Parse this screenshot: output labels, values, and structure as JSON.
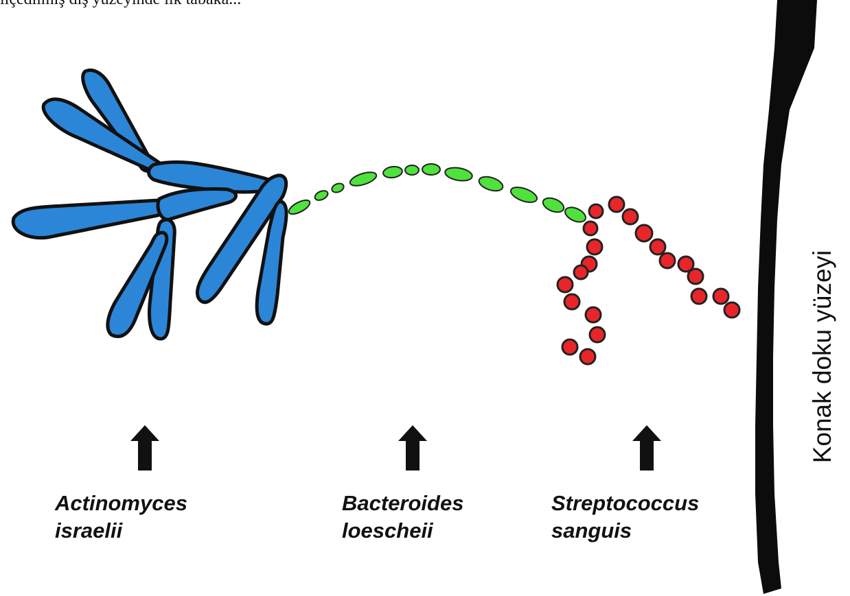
{
  "top_text_fragment": "ilçedilmiş diş yüzeyinde ilk tabaka...",
  "colors": {
    "actinomyces": "#2b86d8",
    "bacteroides": "#4fe23d",
    "streptococcus": "#e8262a",
    "outline": "#111111",
    "surface": "#0c0c0c"
  },
  "organisms": [
    {
      "line1": "Actinomyces",
      "line2": "israelii"
    },
    {
      "line1": "Bacteroides",
      "line2": "loescheii"
    },
    {
      "line1": "Streptococcus",
      "line2": "sanguis"
    }
  ],
  "surface_label": "Konak doku yüzeyi",
  "icons": [
    "up-arrow-icon",
    "up-arrow-icon",
    "up-arrow-icon"
  ]
}
